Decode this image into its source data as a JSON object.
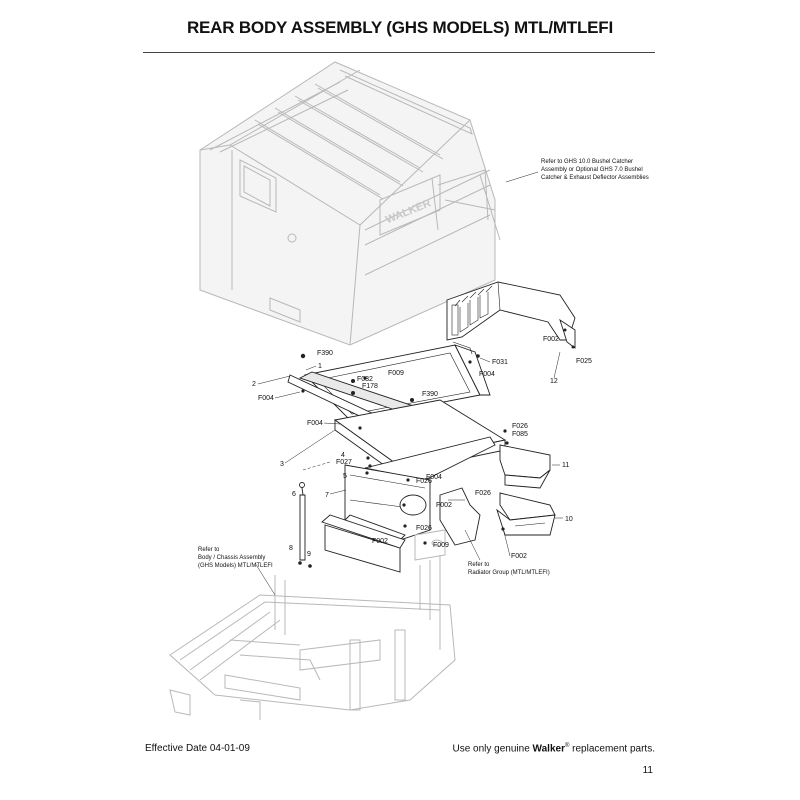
{
  "title": "REAR BODY ASSEMBLY (GHS MODELS) MTL/MTLEFI",
  "notes": {
    "catcher": [
      "Refer to GHS 10.0 Bushel Catcher",
      "Assembly or Optional GHS 7.0 Bushel",
      "Catcher & Exhaust Deflector Assemblies"
    ],
    "chassis": [
      "Refer to",
      "Body / Chassis Assembly",
      "(GHS Models) MTL/MTLEFI"
    ],
    "radiator": [
      "Refer to",
      "Radiator Group (MTL/MTLEFI)"
    ]
  },
  "brand_logo": "WALKER",
  "labels": {
    "F390a": "F390",
    "n1": "1",
    "n2": "2",
    "F004a": "F004",
    "F032": "F032",
    "F178": "F178",
    "F009a": "F009",
    "F390b": "F390",
    "F031": "F031",
    "F004b": "F004",
    "F002a": "F002",
    "F025": "F025",
    "n12": "12",
    "F004c": "F004",
    "n3": "3",
    "n4": "4",
    "F027": "F027",
    "n5": "5",
    "F026a": "F026",
    "F004d": "F004",
    "n6": "6",
    "n7": "7",
    "F002b": "F002",
    "F026b": "F026",
    "F026c": "F026",
    "F002c": "F002",
    "F009b": "F009",
    "n8": "8",
    "n9": "9",
    "F026d": "F026",
    "F085": "F085",
    "n11": "11",
    "n10": "10",
    "F002d": "F002"
  },
  "footer": {
    "effective": "Effective Date 04-01-09",
    "use_prefix": "Use only genuine ",
    "brand": "Walker",
    "reg": "®",
    "use_suffix": " replacement parts."
  },
  "page_number": "11"
}
